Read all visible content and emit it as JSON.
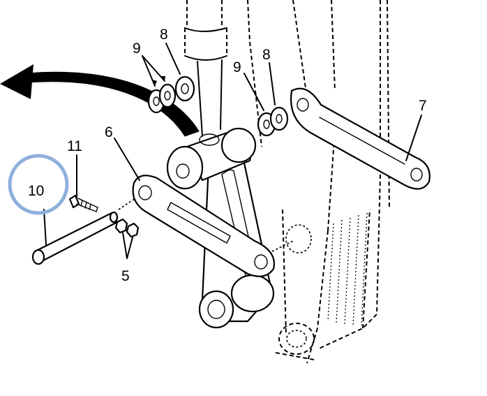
{
  "diagram": {
    "callouts": [
      {
        "id": "c9a",
        "text": "9"
      },
      {
        "id": "c8a",
        "text": "8"
      },
      {
        "id": "c9b",
        "text": "9"
      },
      {
        "id": "c8b",
        "text": "8"
      },
      {
        "id": "c7",
        "text": "7"
      },
      {
        "id": "c6",
        "text": "6"
      },
      {
        "id": "c11",
        "text": "11"
      },
      {
        "id": "c10",
        "text": "10"
      },
      {
        "id": "c5",
        "text": "5"
      }
    ],
    "highlight_color": "#8fb0dc",
    "ink_color": "#000000"
  }
}
